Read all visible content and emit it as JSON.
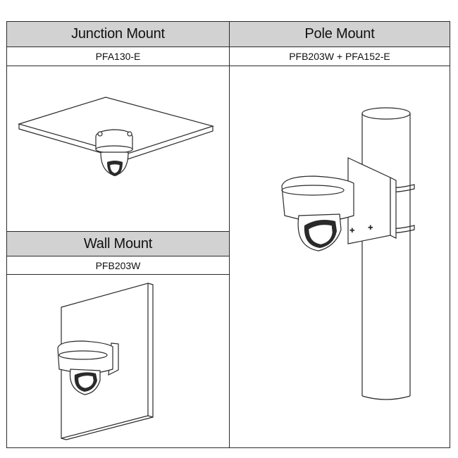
{
  "mounts": {
    "junction": {
      "title": "Junction Mount",
      "model": "PFA130-E"
    },
    "pole": {
      "title": "Pole Mount",
      "model": "PFB203W + PFA152-E"
    },
    "wall": {
      "title": "Wall Mount",
      "model": "PFB203W"
    }
  }
}
